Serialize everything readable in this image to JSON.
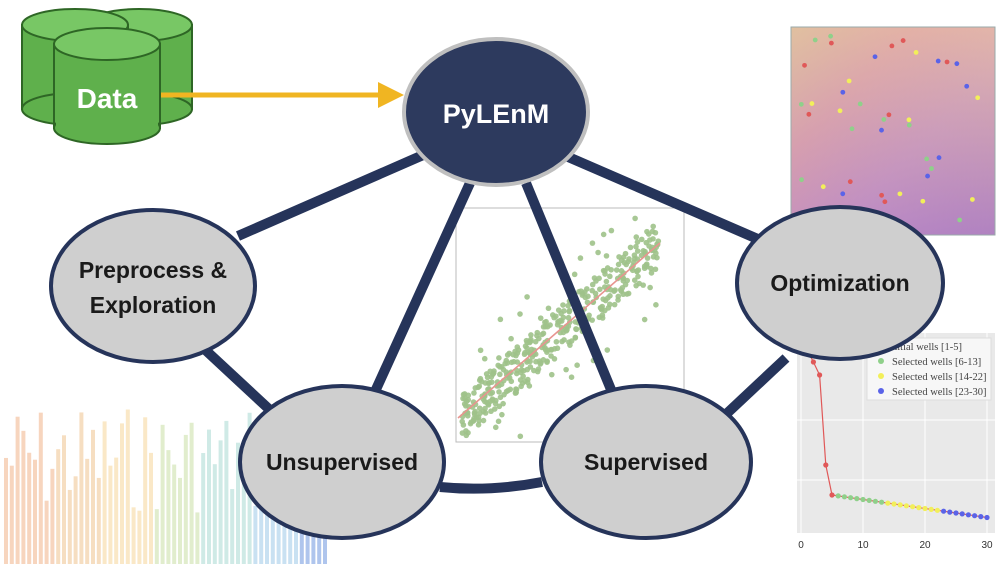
{
  "data_source": {
    "label": "Data"
  },
  "hub": {
    "label": "PyLEnM"
  },
  "modules": {
    "preprocess": {
      "line1": "Preprocess &",
      "line2": "Exploration"
    },
    "unsupervised": {
      "label": "Unsupervised"
    },
    "supervised": {
      "label": "Supervised"
    },
    "optimization": {
      "label": "Optimization"
    }
  },
  "well_selection_plot": {
    "legend": [
      "nitial wells [1-5]",
      "Selected wells [6-13]",
      "Selected wells [14-22]",
      "Selected wells [23-30]"
    ],
    "legend_colors": [
      "#e05858",
      "#8fd08a",
      "#f2ef5a",
      "#5a63e8"
    ],
    "x_ticks": [
      "0",
      "10",
      "20",
      "30"
    ]
  },
  "colors": {
    "hub_fill": "#2d3a5e",
    "module_fill": "#cfcfcf",
    "edge": "#26345a",
    "data_fill": "#5fb04c",
    "arrow": "#f0b522"
  }
}
